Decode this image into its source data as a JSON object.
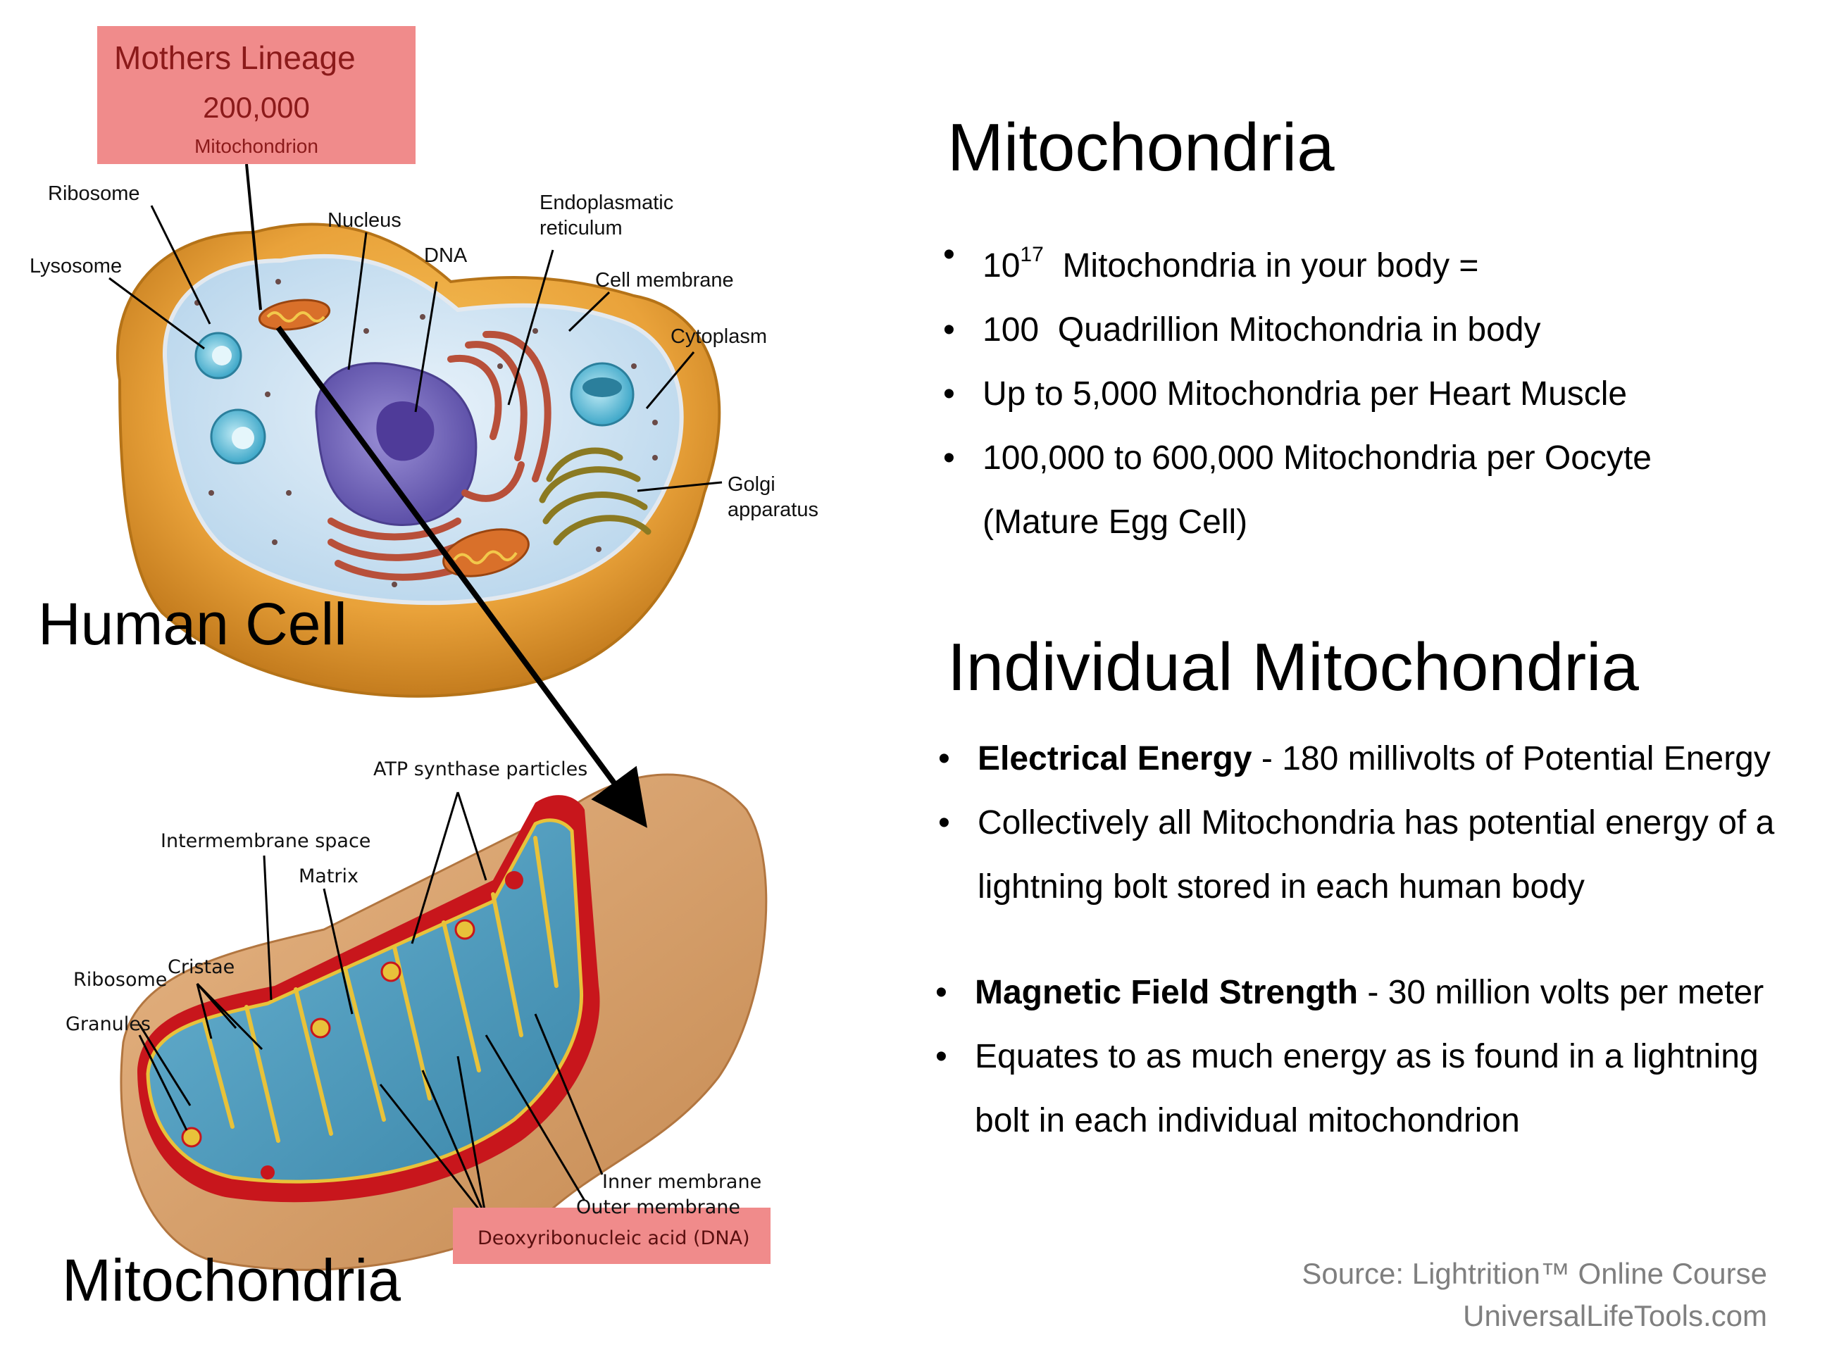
{
  "lineage_box": {
    "title": "Mothers Lineage",
    "count": "200,000",
    "subtitle": "Mitochondrion"
  },
  "cell_labels": {
    "ribosome": "Ribosome",
    "lysosome": "Lysosome",
    "nucleus": "Nucleus",
    "dna": "DNA",
    "er_line1": "Endoplasmatic",
    "er_line2": "reticulum",
    "cell_membrane": "Cell membrane",
    "cytoplasm": "Cytoplasm",
    "golgi_line1": "Golgi",
    "golgi_line2": "apparatus"
  },
  "cell_caption": "Human Cell",
  "mito_labels": {
    "atp": "ATP synthase particles",
    "intermembrane": "Intermembrane space",
    "matrix": "Matrix",
    "ribosome": "Ribosome",
    "cristae": "Cristae",
    "granules": "Granules",
    "inner_membrane": "Inner membrane",
    "outer_membrane": "Outer membrane",
    "dna": "Deoxyribonucleic acid (DNA)"
  },
  "mito_caption": "Mitochondria",
  "section1": {
    "heading": "Mitochondria",
    "bullets": [
      {
        "pre": "10",
        "sup": "17",
        "post": "  Mitochondria in your body ="
      },
      {
        "text": "100  Quadrillion Mitochondria in body"
      },
      {
        "text": "Up to 5,000 Mitochondria per Heart Muscle"
      },
      {
        "text": "100,000 to 600,000 Mitochondria per Oocyte",
        "cont": "(Mature Egg Cell)"
      }
    ]
  },
  "section2": {
    "heading": "Individual Mitochondria",
    "bullets": [
      {
        "bold": "Electrical Energy",
        "rest": " - 180 millivolts of Potential Energy"
      },
      {
        "text": "Collectively all Mitochondria has potential energy of a",
        "cont": "lightning bolt stored in each human body"
      },
      {
        "bold": "Magnetic Field Strength",
        "rest": " - 30 million volts per meter"
      },
      {
        "text": "Equates to as much energy as is found in a lightning",
        "cont": "bolt in each individual mitochondrion"
      }
    ]
  },
  "bullet_char": "•",
  "source": {
    "line1": "Source: Lightrition™ Online Course",
    "line2": "UniversalLifeTools.com"
  },
  "colors": {
    "pink_box": "#f08b8b",
    "dark_red_text": "#8b1a1a",
    "cell_outer": "#e9a53a",
    "cytoplasm": "#cfe3f2",
    "nucleus": "#7c6fc1",
    "mito_outer": "#d9a06c",
    "mito_matrix": "#4f9bbd",
    "source_gray": "#7f7f7f"
  }
}
